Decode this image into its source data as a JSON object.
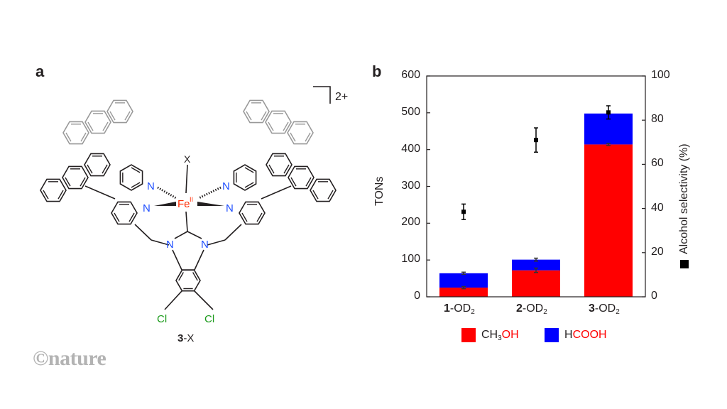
{
  "panel_a": {
    "label": "a",
    "charge": "2+",
    "axial_ligand": "X",
    "metal": "Fe",
    "oxidation_state": "II",
    "nitrogen": "N",
    "chlorine": "Cl",
    "compound_number": "3",
    "compound_suffix": "-X"
  },
  "watermark": "©nature",
  "colors": {
    "ch3oh": "#ff0000",
    "hcooh": "#0000ff",
    "selectivity": "#000000",
    "ligand_gray": "#999999",
    "nitrogen": "#1f4fff",
    "chlorine": "#1a9a1a",
    "iron": "#ff2a00"
  },
  "chart_data": {
    "panel_label": "b",
    "type": "bar",
    "stacked": true,
    "categories": [
      {
        "num": "1",
        "suffix": "-OD",
        "sub": "2"
      },
      {
        "num": "2",
        "suffix": "-OD",
        "sub": "2"
      },
      {
        "num": "3",
        "suffix": "-OD",
        "sub": "2"
      }
    ],
    "series": [
      {
        "name": "CH3OH",
        "label_parts": [
          "CH",
          "3",
          "OH"
        ],
        "values": [
          25,
          72,
          414
        ],
        "errors": [
          3,
          6,
          3
        ]
      },
      {
        "name": "HCOOH",
        "label_parts": [
          "H",
          "COOH"
        ],
        "values": [
          39,
          29,
          84
        ],
        "total_errors": [
          3,
          4,
          0
        ]
      }
    ],
    "selectivity": {
      "values": [
        38.5,
        71,
        83.5
      ],
      "errors": [
        3.5,
        5.5,
        3
      ]
    },
    "ylabel": "TONs",
    "ylabel_right": "Alcohol selectivity (%)",
    "ylim": [
      0,
      600
    ],
    "yticks": [
      "0",
      "100",
      "200",
      "300",
      "400",
      "500",
      "600"
    ],
    "ylim_right": [
      0,
      100
    ],
    "yticks_right": [
      "0",
      "20",
      "40",
      "60",
      "80",
      "100"
    ],
    "grid": false,
    "legend_position": "bottom"
  }
}
